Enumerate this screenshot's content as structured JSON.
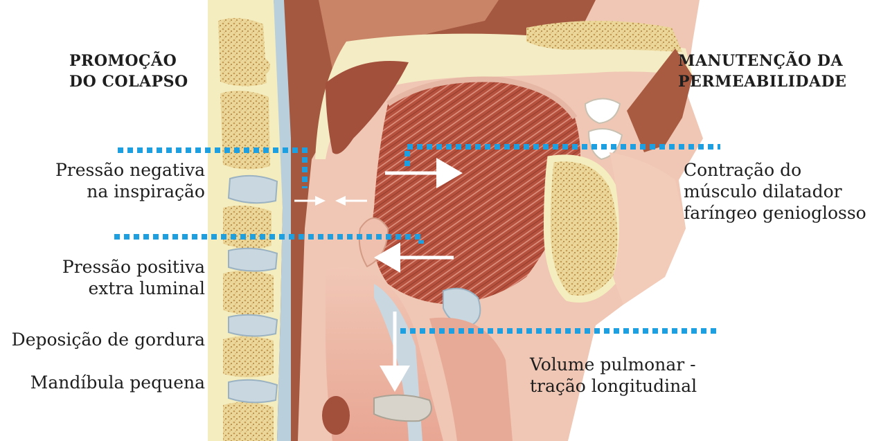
{
  "left_header": [
    "PROMOÇÃO",
    "DO COLAPSO"
  ],
  "right_header": [
    "MANUTENÇÃO DA",
    "PERMEABILIDADE"
  ],
  "left_labels": {
    "negative_pressure": [
      "Pressão negativa",
      "na inspiração"
    ],
    "positive_pressure": [
      "Pressão positiva",
      "extra luminal"
    ],
    "fat": "Deposição de gordura",
    "mandible": "Mandíbula pequena"
  },
  "right_labels": {
    "genioglossus": [
      "Contração do",
      "músculo dilatador",
      "faríngeo genioglosso"
    ],
    "lung_volume": [
      "Volume pulmonar -",
      "tração longitudinal"
    ]
  },
  "colors": {
    "dotted_line": "#1e9fe0",
    "arrow": "#ffffff",
    "bone": "#f3edbf",
    "bone_marrow": "#e0c07a",
    "soft_tissue": "#f0c1ad",
    "muscle": "#b9543f",
    "cavity": "#a2563e",
    "cartilage": "#c9d7e0"
  }
}
